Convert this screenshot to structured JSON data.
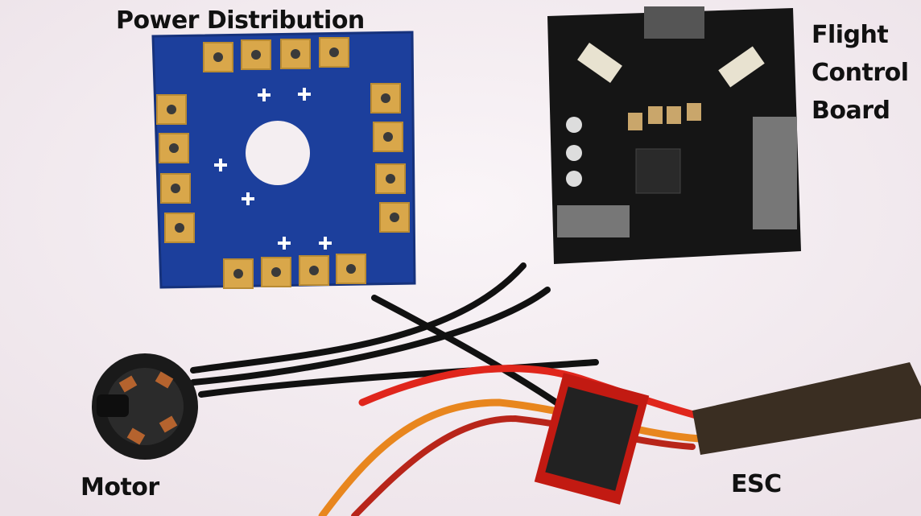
{
  "labels": {
    "power_distribution": "Power Distribution",
    "flight_control_board_line1": "Flight",
    "flight_control_board_line2": "Control",
    "flight_control_board_line3": "Board",
    "motor": "Motor",
    "esc": "ESC"
  },
  "colors": {
    "background": "#f4eef1",
    "pdb_blue": "#1c3f9c",
    "pad_gold": "#d9a74a",
    "fcb_black": "#151515",
    "wire_red": "#e0261c",
    "wire_orange": "#e8861e",
    "esc_body": "#3a2e22"
  }
}
